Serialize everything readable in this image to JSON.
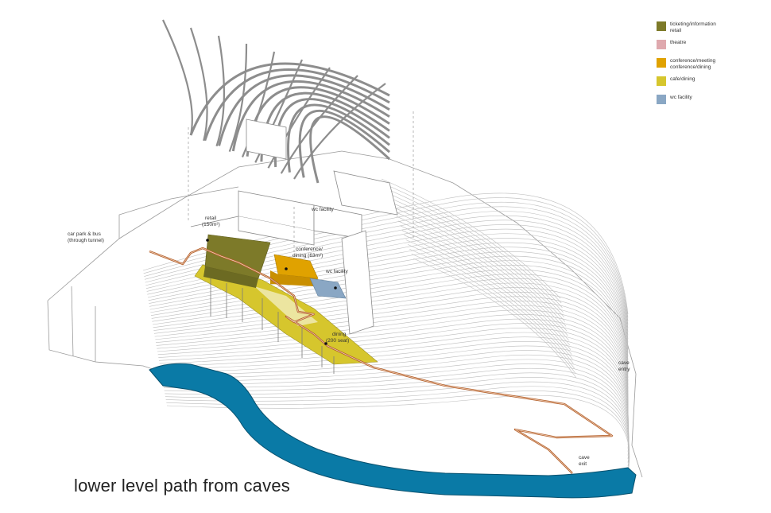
{
  "caption": "lower level path from caves",
  "legend": [
    {
      "label": "ticketing/information\nretail",
      "color": "#7d7a29"
    },
    {
      "label": "theatre",
      "color": "#dfa9ae"
    },
    {
      "label": "conference/meeting\nconference/dining",
      "color": "#e0a200"
    },
    {
      "label": "cafe/dining",
      "color": "#d6c62d"
    },
    {
      "label": "wc facility",
      "color": "#8aa7c4"
    }
  ],
  "labels": {
    "car_park_1": "car park & bus",
    "car_park_2": "(through tunnel)",
    "retail_1": "retail",
    "retail_2": "(150m²)",
    "wc_upper": "wc facility",
    "conference_1": "conference/",
    "conference_2": "dining (63m²)",
    "wc_lower": "wc facility",
    "dining_1": "dining",
    "dining_2": "(200 seat)",
    "cave_entry_1": "cave",
    "cave_entry_2": "entry",
    "cave_exit_1": "cave",
    "cave_exit_2": "exit"
  },
  "colors": {
    "water": "#0a7aa6",
    "path": "#b5602a",
    "roof": "#8a8a8a",
    "contour": "#b9b9b9"
  }
}
